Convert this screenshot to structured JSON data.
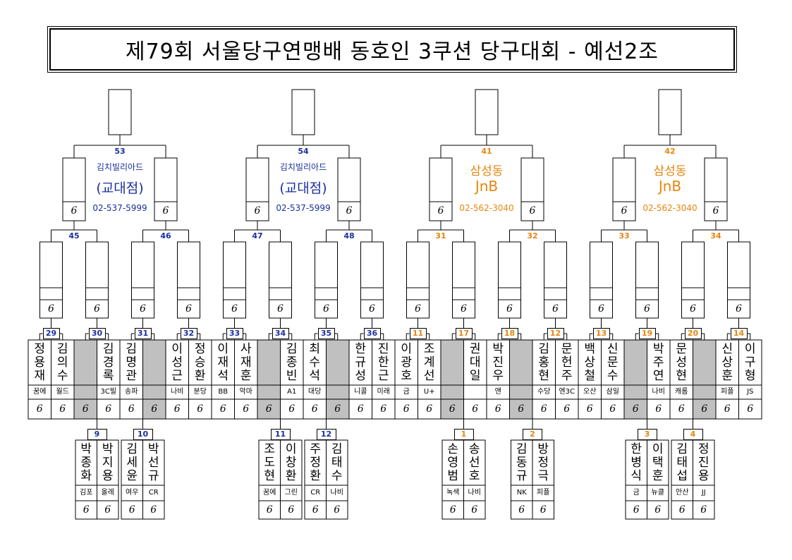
{
  "title": "제79회 서울당구연맹배 동호인 3쿠션 당구대회 - 예선2조",
  "colors": {
    "blue": "#1a2fa0",
    "orange": "#e8850c",
    "gray": "#c0c0c0"
  },
  "score_glyph": "6",
  "top_matches": [
    "53",
    "54",
    "41",
    "42"
  ],
  "venues": [
    {
      "name": "김치빌리아드",
      "sub": "(교대점)",
      "phone": "02-537-5999",
      "color": "blue"
    },
    {
      "name": "김치빌리아드",
      "sub": "(교대점)",
      "phone": "02-537-5999",
      "color": "blue"
    },
    {
      "name": "삼성동",
      "sub": "JnB",
      "phone": "02-562-3040",
      "color": "orange"
    },
    {
      "name": "삼성동",
      "sub": "JnB",
      "phone": "02-562-3040",
      "color": "orange"
    }
  ],
  "round2_matches": [
    "45",
    "46",
    "47",
    "48",
    "31",
    "32",
    "33",
    "34"
  ],
  "round1_matches": [
    "29",
    "30",
    "31",
    "32",
    "33",
    "34",
    "35",
    "36",
    "11",
    "17",
    "18",
    "12",
    "13",
    "19",
    "20",
    "14"
  ],
  "players": [
    [
      "정용재",
      "꿈에"
    ],
    [
      "김의수",
      "월드"
    ],
    [
      "",
      ""
    ],
    [
      "김경록",
      "3C빌"
    ],
    [
      "김명관",
      "송파"
    ],
    [
      "",
      ""
    ],
    [
      "이성근",
      "나비"
    ],
    [
      "정승환",
      "분당"
    ],
    [
      "이재석",
      "BB"
    ],
    [
      "사재훈",
      "악마"
    ],
    [
      "",
      ""
    ],
    [
      "김종빈",
      "A1"
    ],
    [
      "최수석",
      "대당"
    ],
    [
      "",
      ""
    ],
    [
      "한규성",
      "니콜"
    ],
    [
      "진한근",
      "미래"
    ],
    [
      "이광호",
      "금"
    ],
    [
      "조계선",
      "U+"
    ],
    [
      "",
      ""
    ],
    [
      "권대일",
      ""
    ],
    [
      "박진우",
      "앤"
    ],
    [
      "",
      ""
    ],
    [
      "김홍현",
      "수당"
    ],
    [
      "문헌주",
      "엔3C"
    ],
    [
      "백상철",
      "오산"
    ],
    [
      "신문수",
      "삼일"
    ],
    [
      "",
      ""
    ],
    [
      "박주연",
      "나비"
    ],
    [
      "문성현",
      "캐롬"
    ],
    [
      "",
      ""
    ],
    [
      "신상훈",
      "피플"
    ],
    [
      "이구형",
      "JS"
    ]
  ],
  "prelims": [
    {
      "num": "9",
      "color": "blue",
      "players": [
        [
          "박종화",
          "김포"
        ],
        [
          "박지용",
          "올레"
        ]
      ]
    },
    {
      "num": "10",
      "color": "blue",
      "players": [
        [
          "김세윤",
          "여우"
        ],
        [
          "박선규",
          "CR"
        ]
      ]
    },
    {
      "num": "11",
      "color": "blue",
      "players": [
        [
          "조도현",
          "꿈에"
        ],
        [
          "이창환",
          "그린"
        ]
      ]
    },
    {
      "num": "12",
      "color": "blue",
      "players": [
        [
          "주정환",
          "CR"
        ],
        [
          "김태수",
          "나비"
        ]
      ]
    },
    {
      "num": "1",
      "color": "orange",
      "players": [
        [
          "손영범",
          "녹색"
        ],
        [
          "송선호",
          "나비"
        ]
      ]
    },
    {
      "num": "2",
      "color": "orange",
      "players": [
        [
          "김동규",
          "NK"
        ],
        [
          "방정극",
          "피플"
        ]
      ]
    },
    {
      "num": "3",
      "color": "orange",
      "players": [
        [
          "한병식",
          "금"
        ],
        [
          "이택훈",
          "뉴클"
        ]
      ]
    },
    {
      "num": "4",
      "color": "orange",
      "players": [
        [
          "김태섭",
          "안산"
        ],
        [
          "정진용",
          "JJ"
        ]
      ]
    }
  ]
}
